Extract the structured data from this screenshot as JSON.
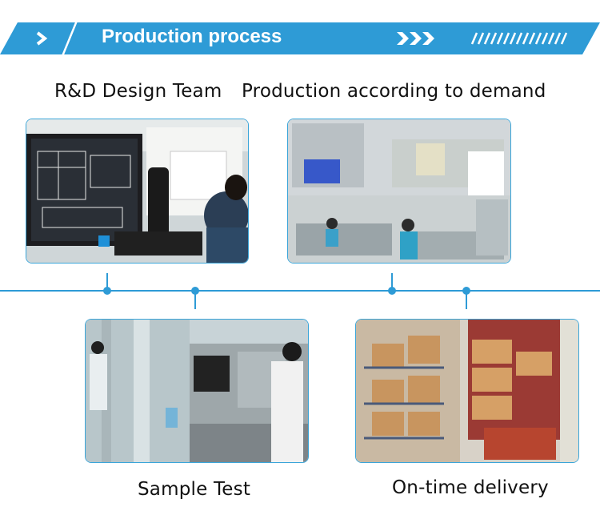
{
  "banner": {
    "title": "Production process",
    "left_icon": "chevron-right-icon",
    "right_icon": "triple-chevron-icon"
  },
  "steps": [
    {
      "label": "R&D Design Team"
    },
    {
      "label": "Production according to demand"
    },
    {
      "label": "Sample Test"
    },
    {
      "label": "On-time delivery"
    }
  ],
  "colors": {
    "accent": "#2e9bd6",
    "banner_dark": "#1b7fc0",
    "text": "#111111"
  }
}
